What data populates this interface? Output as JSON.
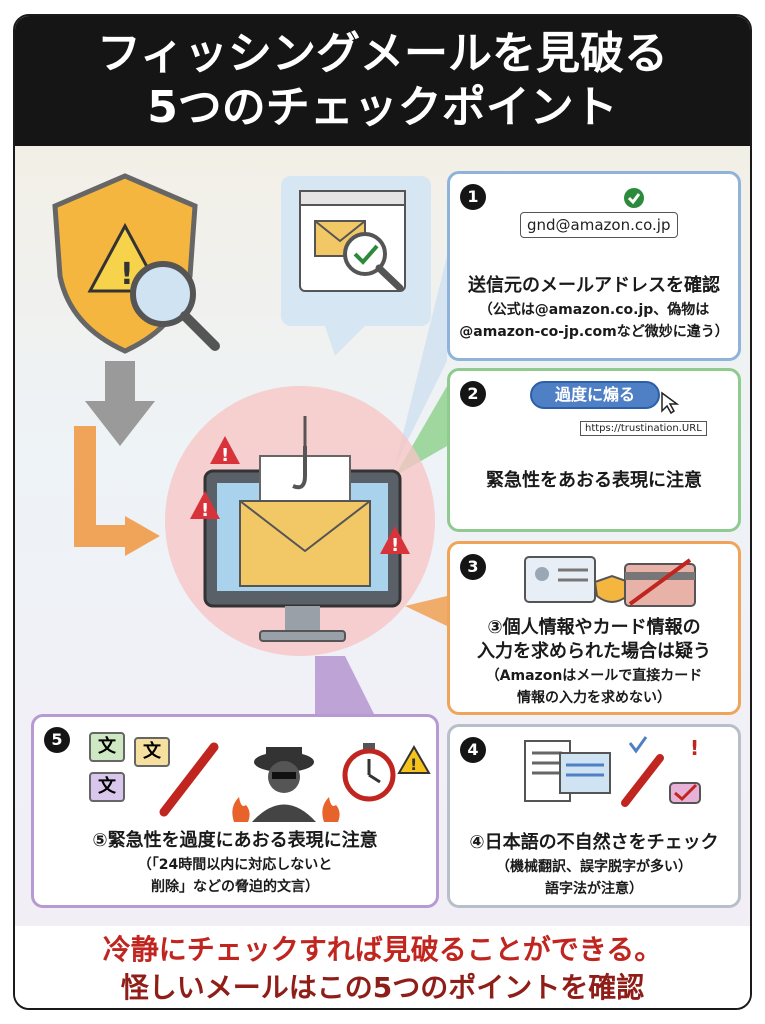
{
  "header": {
    "line1": "フィッシングメールを見破る",
    "line2": "5つのチェックポイント"
  },
  "points": [
    {
      "number": "1",
      "example": "gnd@amazon.co.jp",
      "title": "送信元のメールアドレスを確認",
      "sub1": "（公式は@amazon.co.jp、偽物は",
      "sub2": "@amazon-co-jp.comなど微妙に違う）"
    },
    {
      "number": "2",
      "button": "過度に煽る",
      "url": "https://trustination.URL",
      "title": "緊急性をあおる表現に注意"
    },
    {
      "number": "3",
      "title1": "③個人情報やカード情報の",
      "title2": "入力を求められた場合は疑う",
      "sub1": "（Amazonはメールで直接カード",
      "sub2": "情報の入力を求めない）"
    },
    {
      "number": "4",
      "title": "④日本語の不自然さをチェック",
      "sub1": "（機械翻訳、誤字脱字が多い）",
      "sub2": "語字法が注意）"
    },
    {
      "number": "5",
      "glyph_a": "文",
      "glyph_b": "文",
      "glyph_c": "文",
      "title": "⑤緊急性を過度にあおる表現に注意",
      "sub1": "（「24時間以内に対応しないと",
      "sub2": "削除」などの脅迫的文言）"
    }
  ],
  "footer": {
    "line1": "冷静にチェックすれば見破ることができる。",
    "line2": "怪しいメールはこの5つのポイントを確認"
  },
  "colors": {
    "header_bg": "#151515",
    "footer_red": "#c0261f",
    "card1": "#8fb3d9",
    "card2": "#8fca8f",
    "card3": "#f0a45a",
    "card4": "#b9bfc8",
    "card5": "#b89ad3"
  },
  "icons": [
    "warning-shield-icon",
    "magnifier-icon",
    "email-check-icon",
    "monitor-icon",
    "phishing-hook-icon",
    "warning-icon",
    "id-card-icon",
    "credit-card-icon",
    "documents-icon",
    "pencil-icon",
    "hacker-icon",
    "stopwatch-icon",
    "fire-icon"
  ]
}
